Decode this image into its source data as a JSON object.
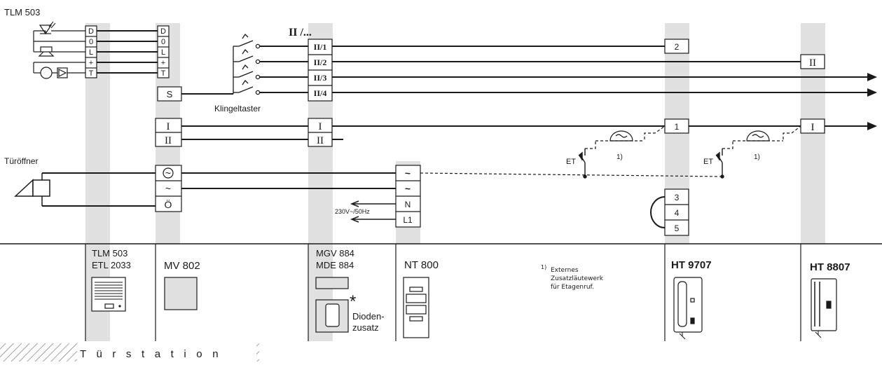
{
  "header": {
    "unit_label": "TLM 503"
  },
  "terminals": {
    "audio": [
      "D",
      "0",
      "L",
      "+",
      "T"
    ],
    "push_button_common": "S",
    "group": "II /...",
    "bell_buttons": [
      "II/1",
      "II/2",
      "II/3",
      "II/4"
    ],
    "bus": [
      "I",
      "II"
    ],
    "door_opener": [
      "~",
      "~",
      "Ö"
    ],
    "psu_out": [
      "~",
      "~"
    ],
    "mains": [
      "N",
      "L1"
    ],
    "ht9707": [
      "2",
      "1",
      "3",
      "4",
      "5"
    ],
    "ht8807": [
      "II",
      "I"
    ]
  },
  "labels": {
    "bell_pushes": "Klingeltaster",
    "door_opener": "Türöffner",
    "mains_voltage": "230V~/50Hz",
    "floor_button": "ET",
    "footnote_mark": "1)",
    "footnote_prefix": "1)",
    "footnote_lines": [
      "Externes",
      "Zusatzläutewerk",
      "für Etagenruf."
    ],
    "door_station": "T ü r s t a t i o n",
    "diode_lines": [
      "Dioden-",
      "zusatz"
    ],
    "asterisk": "*"
  },
  "devices": {
    "tlm": [
      "TLM 503",
      "ETL 2033"
    ],
    "mv": "MV 802",
    "mgv": [
      "MGV 884",
      "MDE 884"
    ],
    "nt": "NT 800",
    "ht9707": "HT 9707",
    "ht8807": "HT 8807"
  },
  "colors": {
    "column_shade": "#e1e1e1",
    "line": "#1a1a1a"
  }
}
